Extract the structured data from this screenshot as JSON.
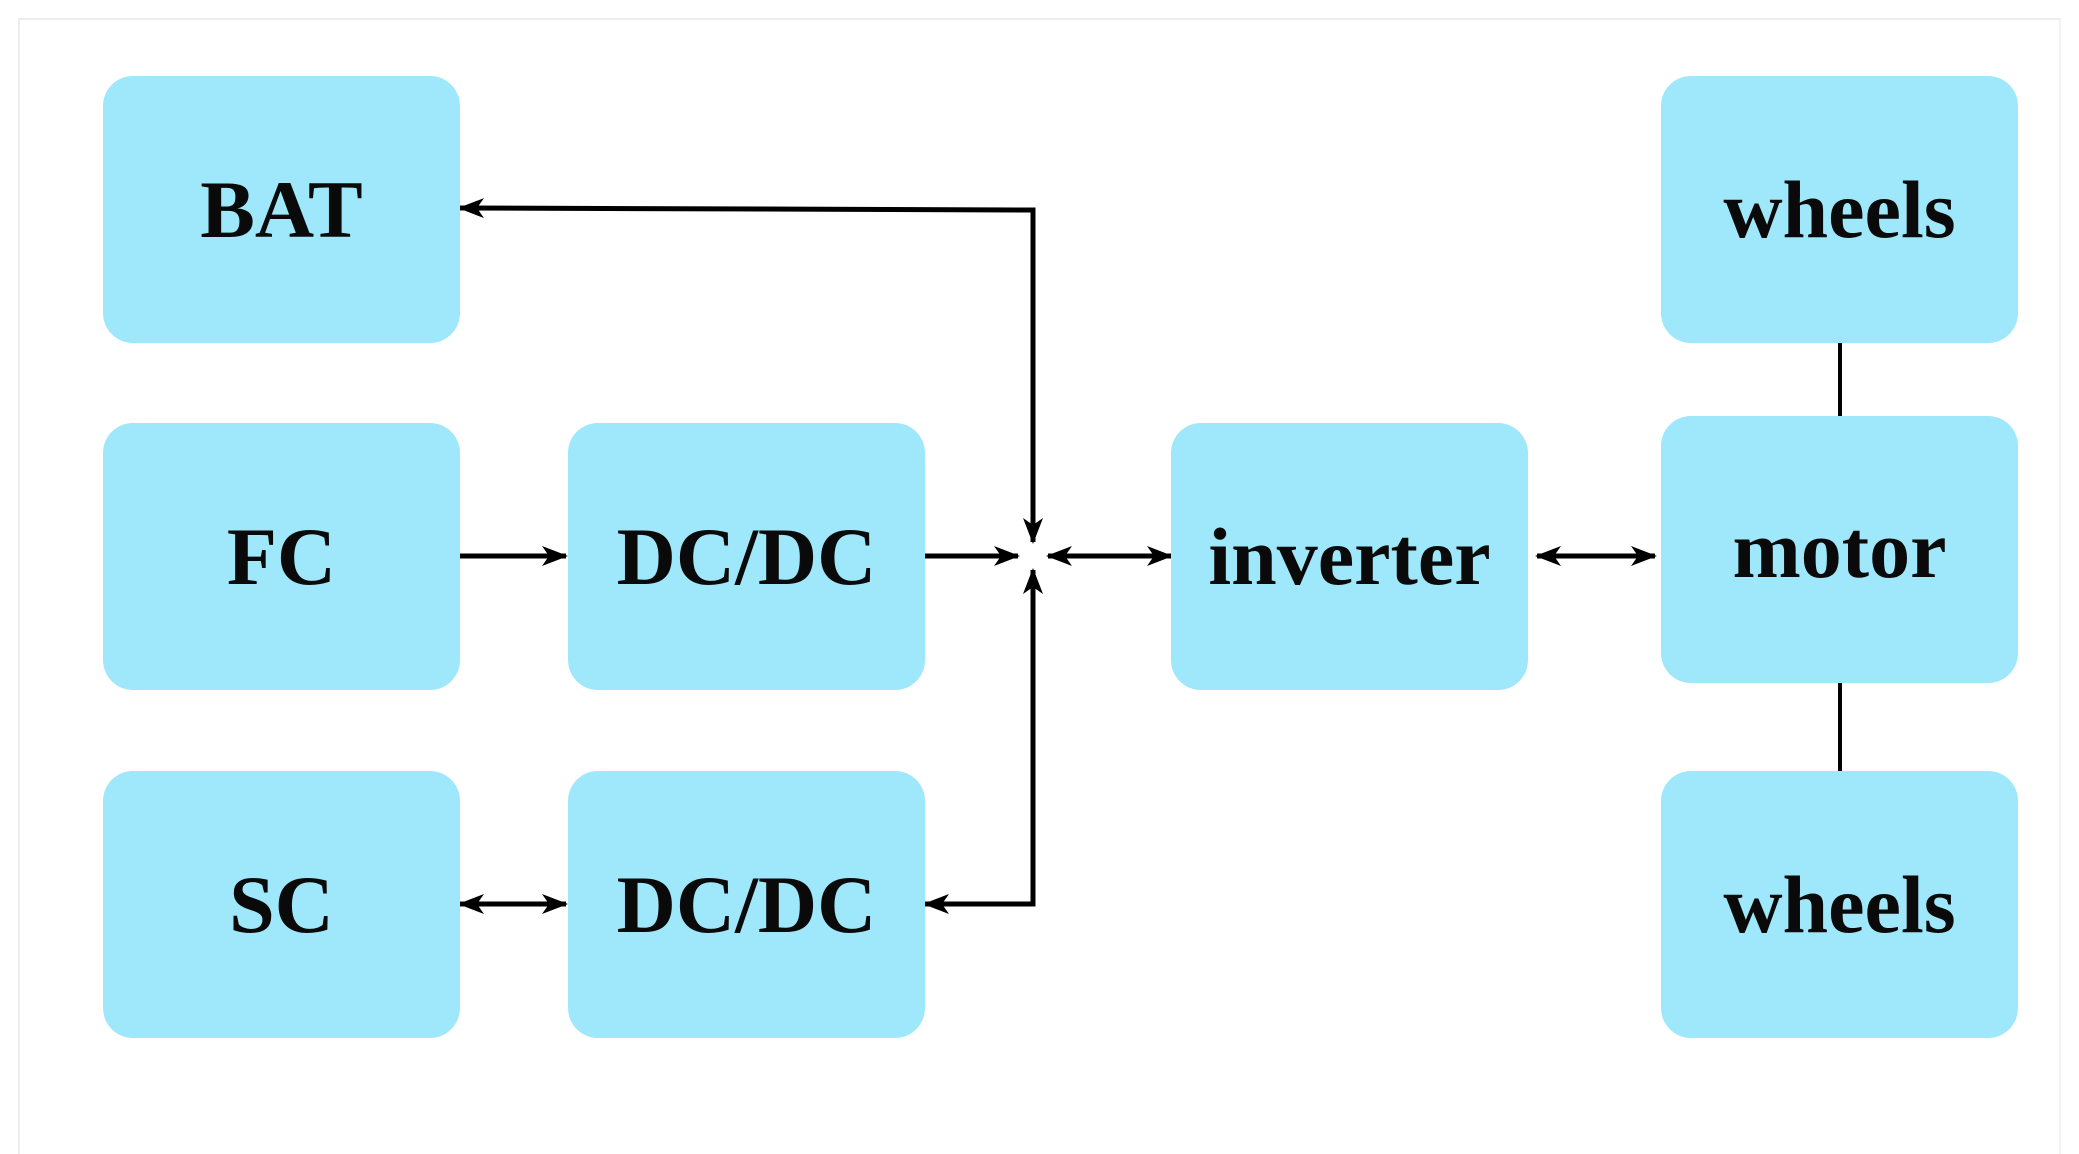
{
  "colors": {
    "block_fill": "#9fe7fa",
    "arrow": "#000000"
  },
  "diagram": {
    "blocks": {
      "bat": "BAT",
      "fc": "FC",
      "sc": "SC",
      "dcdc_fc": "DC/DC",
      "dcdc_sc": "DC/DC",
      "inverter": "inverter",
      "motor": "motor",
      "wheels_top": "wheels",
      "wheels_bottom": "wheels"
    },
    "connections": [
      {
        "from": "fc",
        "to": "dcdc_fc",
        "direction": "forward"
      },
      {
        "from": "sc",
        "to": "dcdc_sc",
        "direction": "bidirectional"
      },
      {
        "from": "dcdc_fc",
        "to": "bus",
        "direction": "forward"
      },
      {
        "from": "bat",
        "to": "bus",
        "direction": "bidirectional"
      },
      {
        "from": "dcdc_sc",
        "to": "bus",
        "direction": "bidirectional"
      },
      {
        "from": "bus",
        "to": "inverter",
        "direction": "bidirectional"
      },
      {
        "from": "inverter",
        "to": "motor",
        "direction": "bidirectional"
      },
      {
        "from": "motor",
        "to": "wheels_top",
        "direction": "none"
      },
      {
        "from": "motor",
        "to": "wheels_bottom",
        "direction": "none"
      }
    ]
  }
}
